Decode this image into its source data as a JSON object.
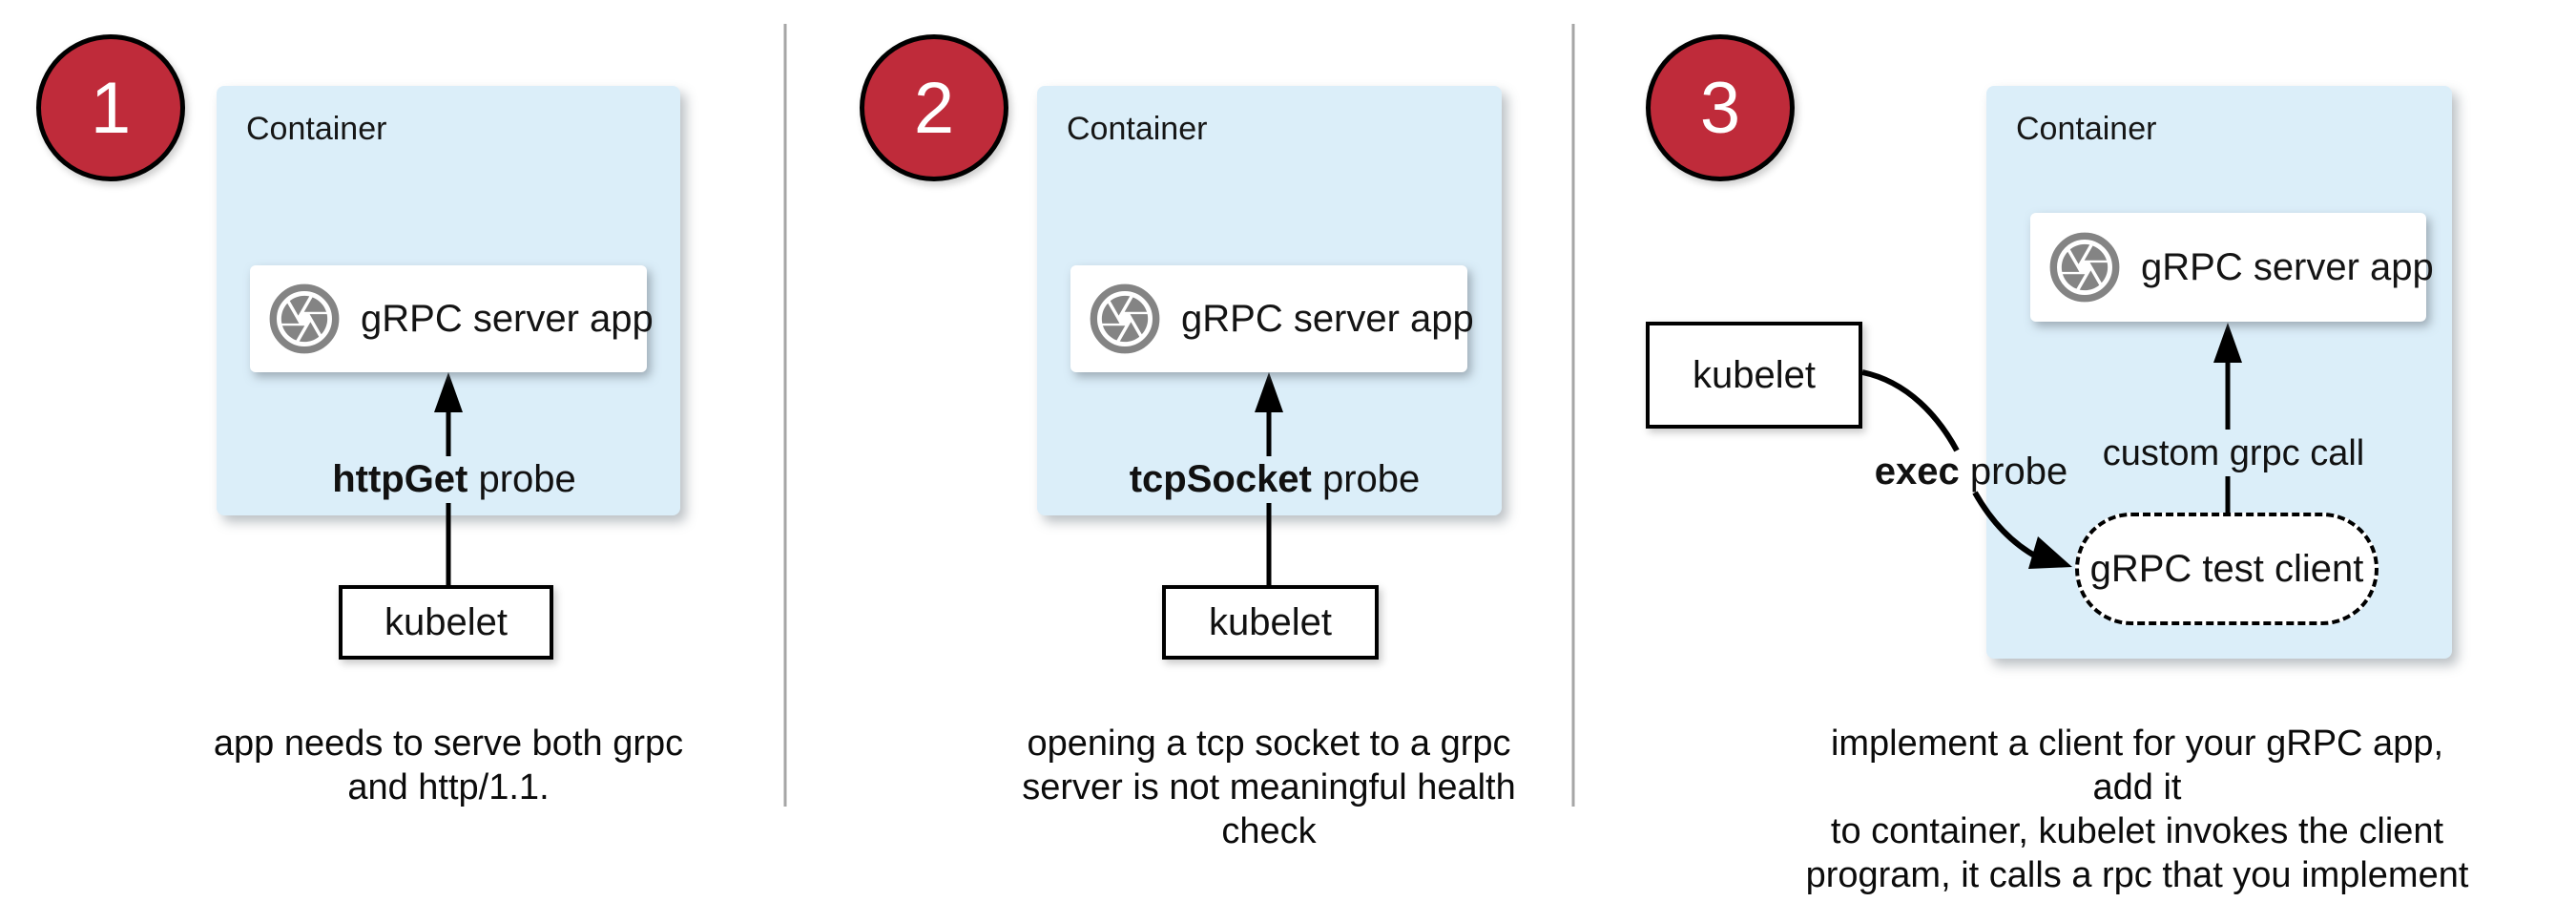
{
  "colors": {
    "badge_red": "#bf2b3a",
    "container_blue": "#dbeef9",
    "divider_gray": "#a6a6a6",
    "icon_gray": "#848484",
    "arrow_black": "#000000"
  },
  "icons": {
    "app_icon_name": "camera-aperture-icon"
  },
  "panels": [
    {
      "badge": "1",
      "container_label": "Container",
      "app_box_label": "gRPC server app",
      "probe_bold": "httpGet",
      "probe_rest": " probe",
      "kubelet_label": "kubelet",
      "caption_lines": [
        "app needs to serve both grpc",
        "and http/1.1."
      ]
    },
    {
      "badge": "2",
      "container_label": "Container",
      "app_box_label": "gRPC server app",
      "probe_bold": "tcpSocket",
      "probe_rest": " probe",
      "kubelet_label": "kubelet",
      "caption_lines": [
        "opening a tcp socket to a grpc",
        "server is not meaningful health",
        "check"
      ]
    },
    {
      "badge": "3",
      "container_label": "Container",
      "app_box_label": "gRPC server app",
      "probe_bold": "exec",
      "probe_rest": " probe",
      "kubelet_label": "kubelet",
      "custom_call_label": "custom grpc call",
      "test_client_label": "gRPC test client",
      "caption_lines": [
        "implement a client for your gRPC app, add it",
        "to container, kubelet invokes the client",
        "program, it calls a rpc that you implement"
      ]
    }
  ]
}
